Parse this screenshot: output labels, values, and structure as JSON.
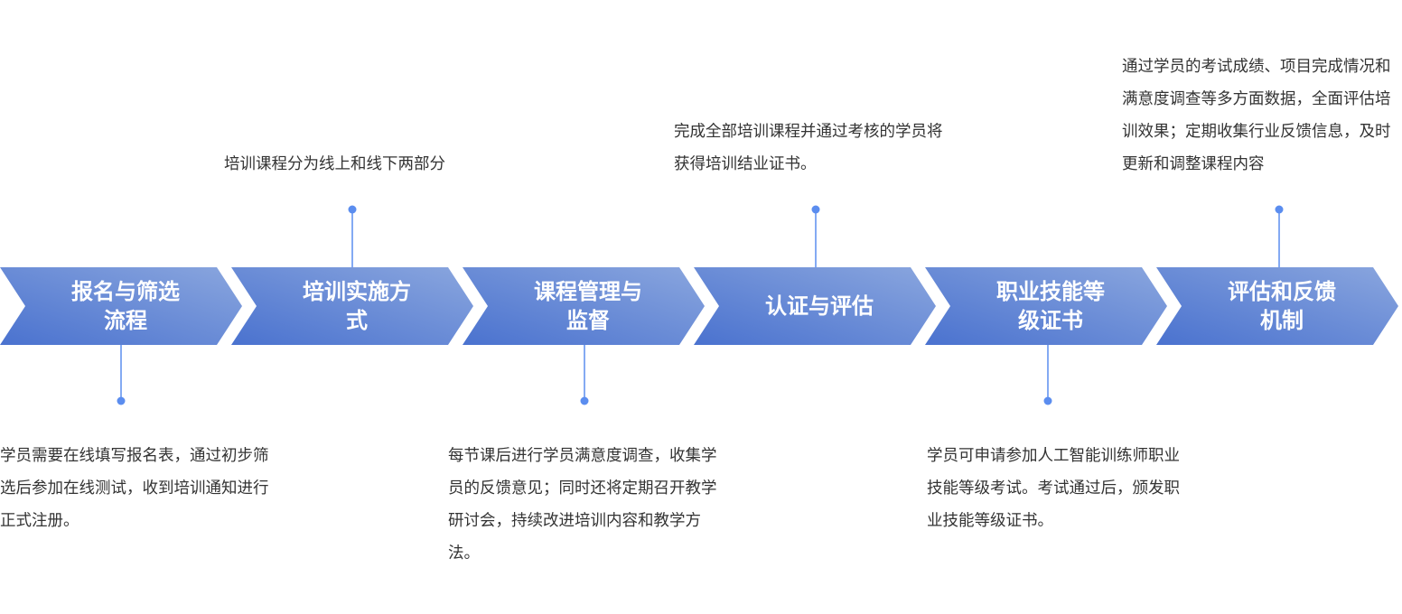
{
  "steps": [
    {
      "title": "报名与筛选流程",
      "title_lines": [
        "报名与筛选",
        "流程"
      ],
      "desc_position": "bottom",
      "description": "学员需要在线填写报名表，通过初步筛选后参加在线测试，收到培训通知进行正式注册。"
    },
    {
      "title": "培训实施方式",
      "title_lines": [
        "培训实施方",
        "式"
      ],
      "desc_position": "top",
      "description": "培训课程分为线上和线下两部分"
    },
    {
      "title": "课程管理与监督",
      "title_lines": [
        "课程管理与",
        "监督"
      ],
      "desc_position": "bottom",
      "description": "每节课后进行学员满意度调查，收集学员的反馈意见；同时还将定期召开教学研讨会，持续改进培训内容和教学方法。"
    },
    {
      "title": "认证与评估",
      "title_lines": [
        "认证与评估"
      ],
      "desc_position": "top",
      "description": "完成全部培训课程并通过考核的学员将获得培训结业证书。"
    },
    {
      "title": "职业技能等级证书",
      "title_lines": [
        "职业技能等",
        "级证书"
      ],
      "desc_position": "bottom",
      "description": "学员可申请参加人工智能训练师职业技能等级考试。考试通过后，颁发职业技能等级证书。"
    },
    {
      "title": "评估和反馈机制",
      "title_lines": [
        "评估和反馈",
        "机制"
      ],
      "desc_position": "top",
      "description": "通过学员的考试成绩、项目完成情况和满意度调查等多方面数据，全面评估培训效果；定期收集行业反馈信息，及时更新和调整课程内容"
    }
  ],
  "colors": {
    "chevron_dark": "#4a72cf",
    "chevron_light": "#7f9ddb",
    "connector": "#5b8def",
    "text": "#333333",
    "label": "#ffffff"
  }
}
